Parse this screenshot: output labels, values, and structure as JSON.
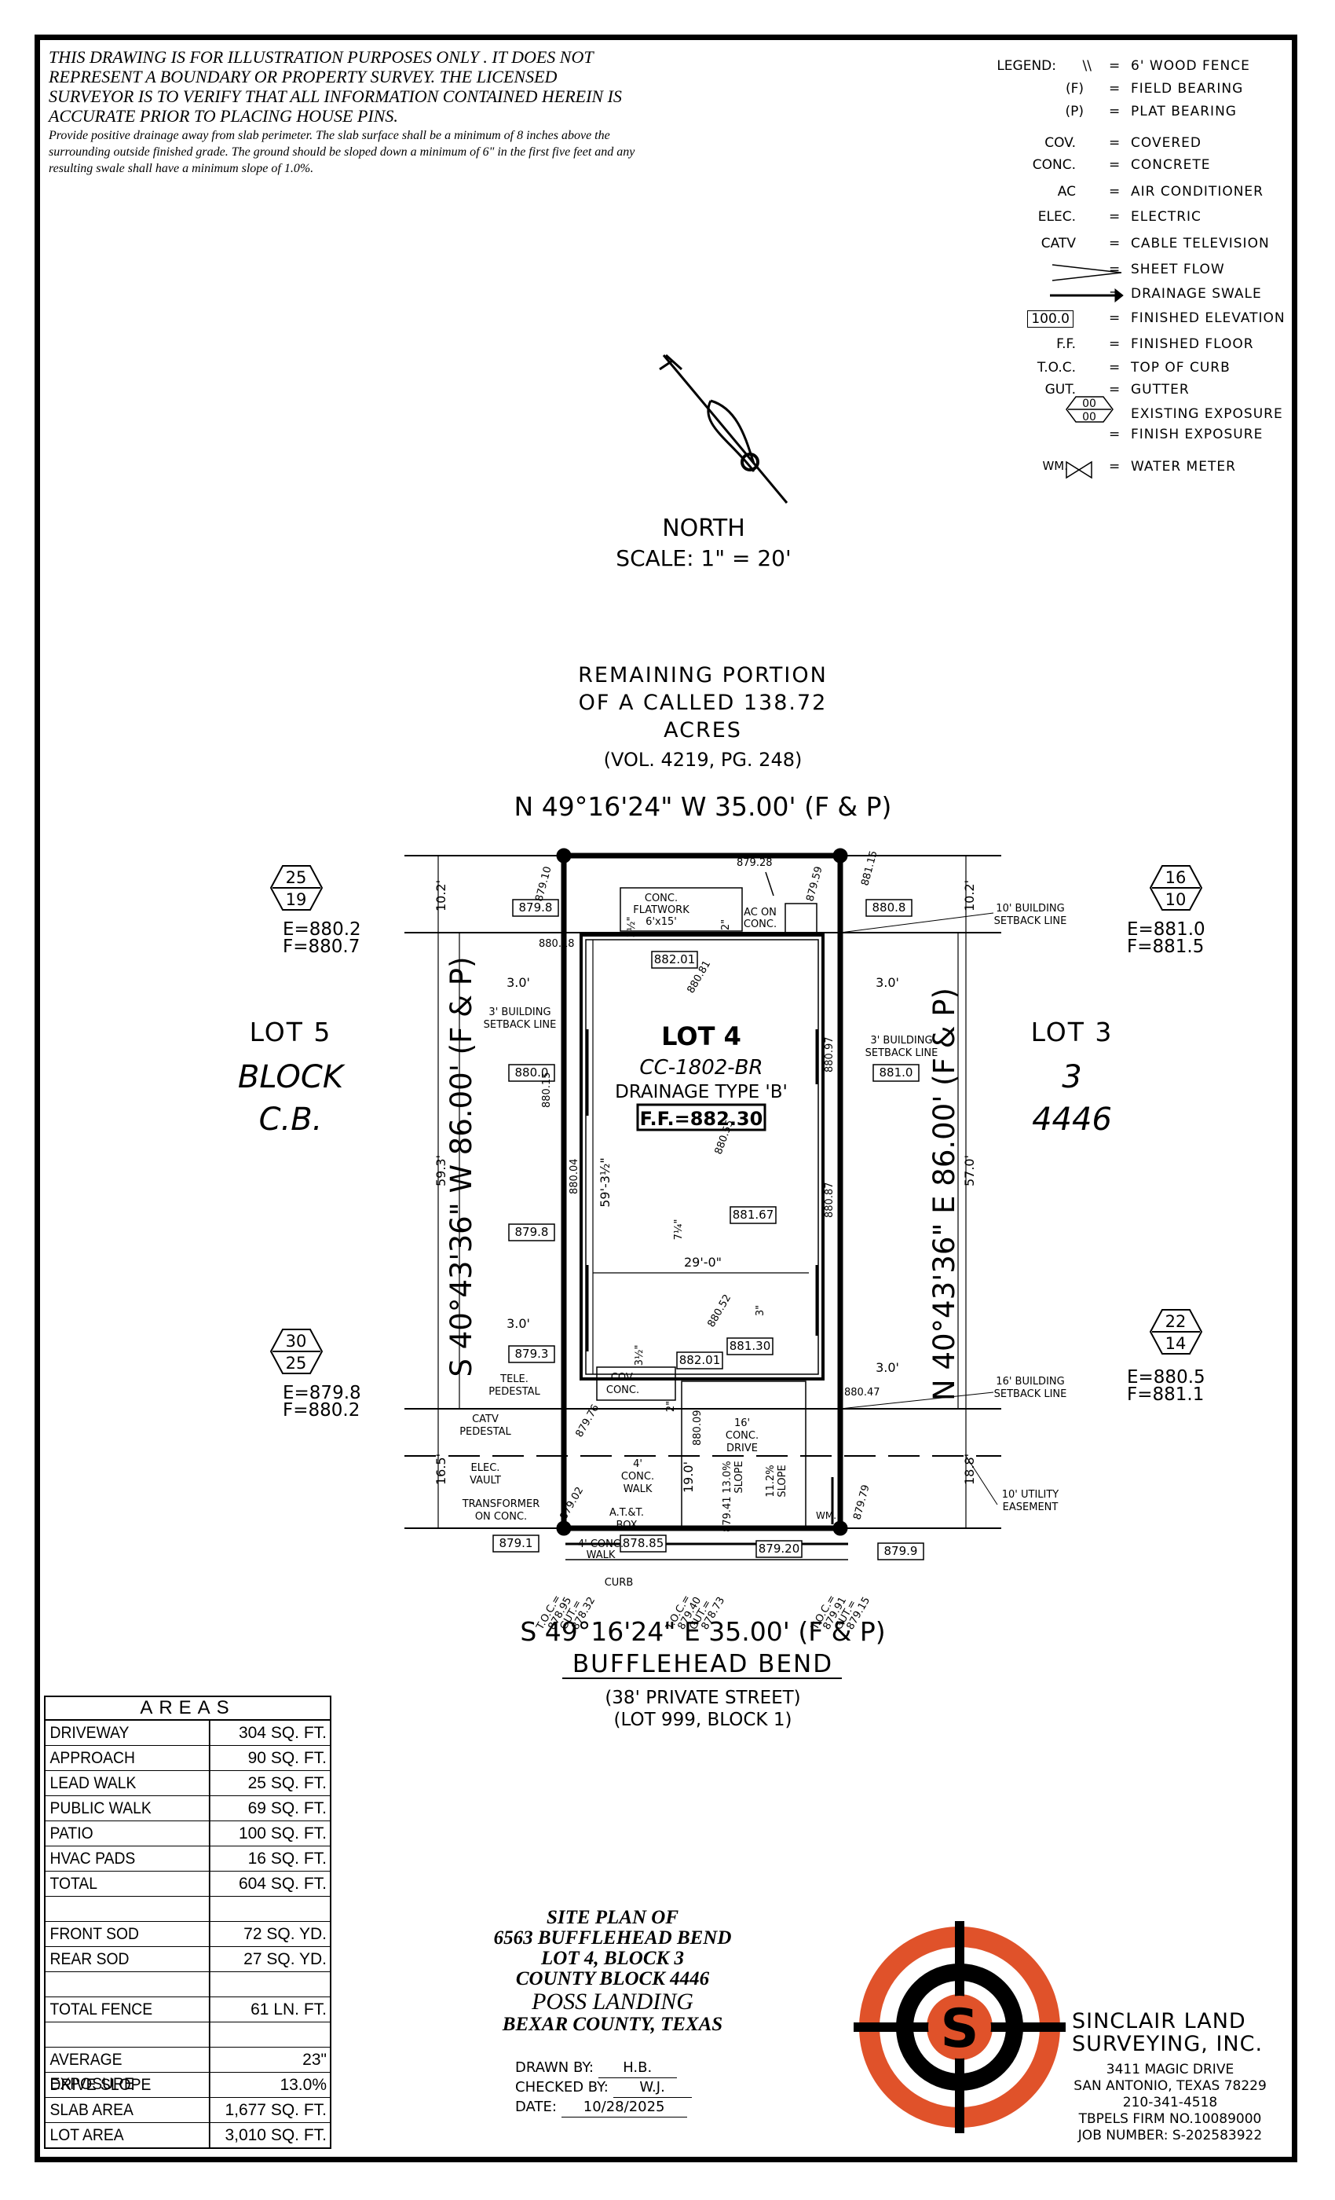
{
  "disclaimer": {
    "caps": "THIS DRAWING IS FOR ILLUSTRATION PURPOSES ONLY . IT DOES NOT REPRESENT A BOUNDARY OR PROPERTY SURVEY. THE LICENSED SURVEYOR IS TO VERIFY THAT ALL INFORMATION CONTAINED HEREIN IS ACCURATE PRIOR TO PLACING HOUSE PINS.",
    "drainage": "Provide positive drainage away from slab perimeter. The slab surface shall be a minimum of 8 inches above the surrounding outside finished grade. The ground should be sloped down a minimum of 6\" in the first five feet and any resulting swale shall have a minimum slope of 1.0%."
  },
  "legend": {
    "title": "LEGEND:",
    "items": [
      {
        "sym": "\\\\",
        "desc": "6' WOOD FENCE"
      },
      {
        "sym": "(F)",
        "desc": "FIELD BEARING"
      },
      {
        "sym": "(P)",
        "desc": "PLAT BEARING"
      },
      {
        "sym": "COV.",
        "desc": "COVERED"
      },
      {
        "sym": "CONC.",
        "desc": "CONCRETE"
      },
      {
        "sym": "AC",
        "desc": "AIR CONDITIONER"
      },
      {
        "sym": "ELEC.",
        "desc": "ELECTRIC"
      },
      {
        "sym": "CATV",
        "desc": "CABLE TELEVISION"
      },
      {
        "sym": "",
        "desc": "SHEET FLOW"
      },
      {
        "sym": "",
        "desc": "DRAINAGE SWALE"
      },
      {
        "sym": "100.0",
        "desc": "FINISHED ELEVATION"
      },
      {
        "sym": "F.F.",
        "desc": "FINISHED FLOOR"
      },
      {
        "sym": "T.O.C.",
        "desc": "TOP OF CURB"
      },
      {
        "sym": "GUT.",
        "desc": "GUTTER"
      },
      {
        "sym": "00",
        "sym2": "00",
        "desc": "EXISTING EXPOSURE",
        "desc2": "FINISH EXPOSURE"
      },
      {
        "sym": "WM.",
        "desc": "WATER METER"
      }
    ]
  },
  "north": {
    "label": "NORTH",
    "scale": "SCALE:  1\"  =  20'"
  },
  "remaining": {
    "l1": "REMAINING PORTION",
    "l2": "OF A CALLED 138.72",
    "l3": "ACRES",
    "l4": "(VOL. 4219, PG. 248)"
  },
  "bearings": {
    "top": "N 49°16'24\" W 35.00' (F & P)",
    "bottom": "S 49°16'24\" E 35.00' (F & P)",
    "left": "S 40°43'36\" W 86.00' (F & P)",
    "right": "N 40°43'36\" E 86.00' (F & P)"
  },
  "street": {
    "name": "BUFFLEHEAD BEND",
    "l2": "(38' PRIVATE STREET)",
    "l3": "(LOT 999, BLOCK 1)"
  },
  "lot5": {
    "l1": "LOT 5",
    "l2": "BLOCK",
    "l3": "C.B."
  },
  "lot3": {
    "l1": "LOT 3",
    "l2": "3",
    "l3": "4446"
  },
  "lot4": {
    "title": "LOT 4",
    "plan": "CC-1802-BR",
    "drain": "DRAINAGE TYPE 'B'",
    "ff": "F.F.=882.30"
  },
  "exposures": [
    {
      "top": "25",
      "bottom": "19",
      "e": "E=880.2",
      "f": "F=880.7"
    },
    {
      "top": "16",
      "bottom": "10",
      "e": "E=881.0",
      "f": "F=881.5"
    },
    {
      "top": "30",
      "bottom": "25",
      "e": "E=879.8",
      "f": "F=880.2"
    },
    {
      "top": "22",
      "bottom": "14",
      "e": "E=880.5",
      "f": "F=881.1"
    }
  ],
  "boxed_elev": [
    "879.8",
    "880.8",
    "882.01",
    "880.0",
    "881.0",
    "879.8",
    "881.67",
    "879.3",
    "882.01",
    "881.30",
    "879.1",
    "878.85",
    "879.20",
    "879.9"
  ],
  "elev_text": [
    "879.28",
    "879.10",
    "879.59",
    "881.15",
    "880.18",
    "880.81",
    "880.15",
    "880.04",
    "880.97",
    "880.55",
    "880.87",
    "880.52",
    "880.47",
    "879.76",
    "880.09",
    "879.79",
    "879.02",
    "879.41"
  ],
  "toc": [
    {
      "t": "T.O.C.=",
      "v1": "878.95",
      "v2": "878.32",
      "g": "GUT.="
    },
    {
      "t": "T.O.C.=",
      "v1": "879.40",
      "v2": "878.73",
      "g": "GUT.="
    },
    {
      "t": "T.O.C.=",
      "v1": "879.91",
      "v2": "879.15",
      "g": "GUT.="
    }
  ],
  "labels": {
    "conc_flat": "CONC.",
    "flat1": "FLATWORK",
    "flat2": "6'x15'",
    "ac": "AC ON",
    "ac2": "CONC.",
    "setback3": "3' BUILDING",
    "setback3b": "SETBACK LINE",
    "setback10": "10' BUILDING",
    "setback10b": "SETBACK LINE",
    "setback16": "16' BUILDING",
    "setback16b": "SETBACK LINE",
    "utility1": "10' UTILITY",
    "utility2": "EASEMENT",
    "tele1": "TELE.",
    "tele2": "PEDESTAL",
    "catv1": "CATV",
    "catv2": "PEDESTAL",
    "elec1": "ELEC.",
    "elec2": "VAULT",
    "trans1": "TRANSFORMER",
    "trans2": "ON CONC.",
    "cov1": "COV.",
    "cov2": "CONC.",
    "walk1": "4'",
    "walk2": "CONC.",
    "walk3": "WALK",
    "att1": "A.T.&T.",
    "att2": "BOX",
    "drive1": "16'",
    "drive2": "CONC.",
    "drive3": "DRIVE",
    "wm": "WM.",
    "curb": "CURB",
    "walk4a": "4' CONC.",
    "walk4b": "WALK",
    "d30": "3.0'",
    "d59": "59'-3½\"",
    "d29": "29'-0\"",
    "d102": "10.2'",
    "d593": "59.3'",
    "d570": "57.0'",
    "d165": "16.5'",
    "d188": "18.8'",
    "d190": "19.0'",
    "slope1": "13.0%",
    "slope2": "11.2%",
    "slope": "SLOPE",
    "half": "3½\"",
    "q7": "7¼\"",
    "q3": "3\"",
    "q2": "2\"",
    "two": "2\""
  },
  "areas": {
    "header": "AREAS",
    "rows": [
      {
        "l": "DRIVEWAY",
        "v": "304 SQ. FT."
      },
      {
        "l": "APPROACH",
        "v": "90 SQ. FT."
      },
      {
        "l": "LEAD WALK",
        "v": "25 SQ. FT."
      },
      {
        "l": "PUBLIC WALK",
        "v": "69 SQ. FT."
      },
      {
        "l": "PATIO",
        "v": "100 SQ. FT."
      },
      {
        "l": "HVAC PADS",
        "v": "16 SQ. FT."
      },
      {
        "l": "TOTAL",
        "v": "604 SQ. FT."
      },
      {
        "l": "",
        "v": ""
      },
      {
        "l": "FRONT SOD",
        "v": "72 SQ. YD."
      },
      {
        "l": "REAR SOD",
        "v": "27 SQ. YD."
      },
      {
        "l": "",
        "v": ""
      },
      {
        "l": "TOTAL FENCE",
        "v": "61 LN. FT."
      },
      {
        "l": "",
        "v": ""
      },
      {
        "l": "AVERAGE EXPOSURE",
        "v": "23\""
      },
      {
        "l": "DRIVE SLOPE",
        "v": "13.0%"
      },
      {
        "l": "SLAB AREA",
        "v": "1,677 SQ. FT."
      },
      {
        "l": "LOT AREA",
        "v": "3,010 SQ. FT."
      }
    ]
  },
  "title_block": {
    "l1": "SITE PLAN OF",
    "l2": "6563 BUFFLEHEAD BEND",
    "l3": "LOT 4, BLOCK 3",
    "l4": "COUNTY BLOCK 4446",
    "l5": "POSS LANDING",
    "l6": "BEXAR COUNTY, TEXAS"
  },
  "drawn": {
    "drawn_label": "DRAWN BY:",
    "drawn": "H.B.",
    "checked_label": "CHECKED BY:",
    "checked": "W.J.",
    "date_label": "DATE:",
    "date": "10/28/2025"
  },
  "company": {
    "logo_letter": "S",
    "name1": "SINCLAIR LAND",
    "name2": "SURVEYING, INC.",
    "addr1": "3411 MAGIC DRIVE",
    "addr2": "SAN ANTONIO, TEXAS 78229",
    "phone": "210-341-4518",
    "firm": "TBPELS FIRM NO.10089000",
    "job": "JOB NUMBER:  S-202583922"
  },
  "colors": {
    "logo_orange": "#e0522a",
    "ink": "#000000"
  }
}
